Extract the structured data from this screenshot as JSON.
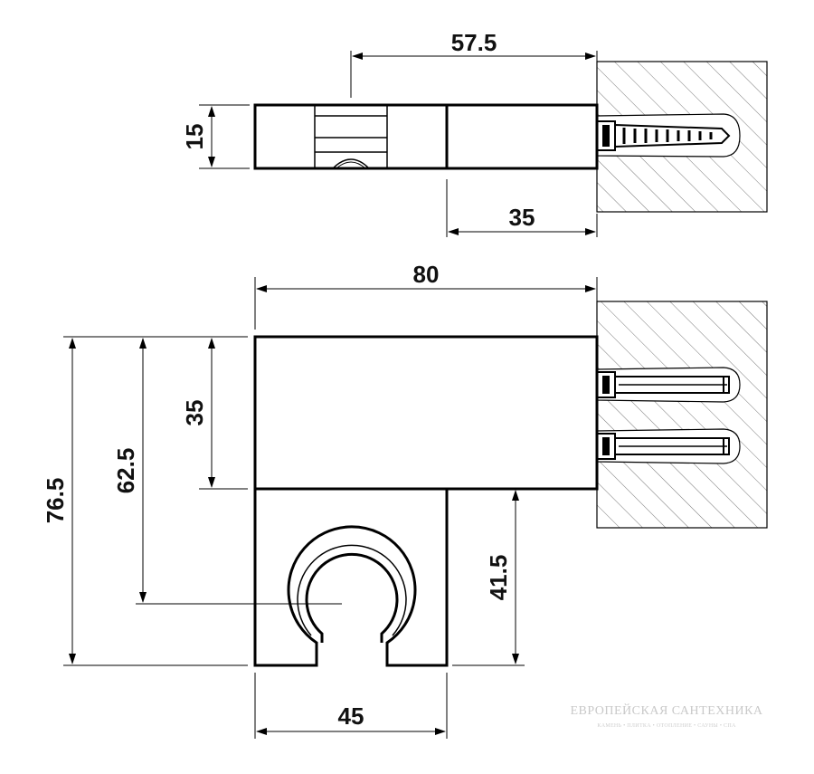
{
  "dimensions": {
    "top_view": {
      "length_total": "57.5",
      "height": "15",
      "length_partial": "35"
    },
    "front_view": {
      "width": "80",
      "height_upper": "35",
      "height_to_center": "62.5",
      "height_total": "76.5",
      "height_lower": "41.5",
      "width_lower": "45"
    }
  },
  "watermark": {
    "title": "ЕВРОПЕЙСКАЯ САНТЕХНИКА",
    "subtitle": "КАМЕНЬ • ПЛИТКА • ОТОПЛЕНИЕ • САУНЫ • СПА"
  }
}
